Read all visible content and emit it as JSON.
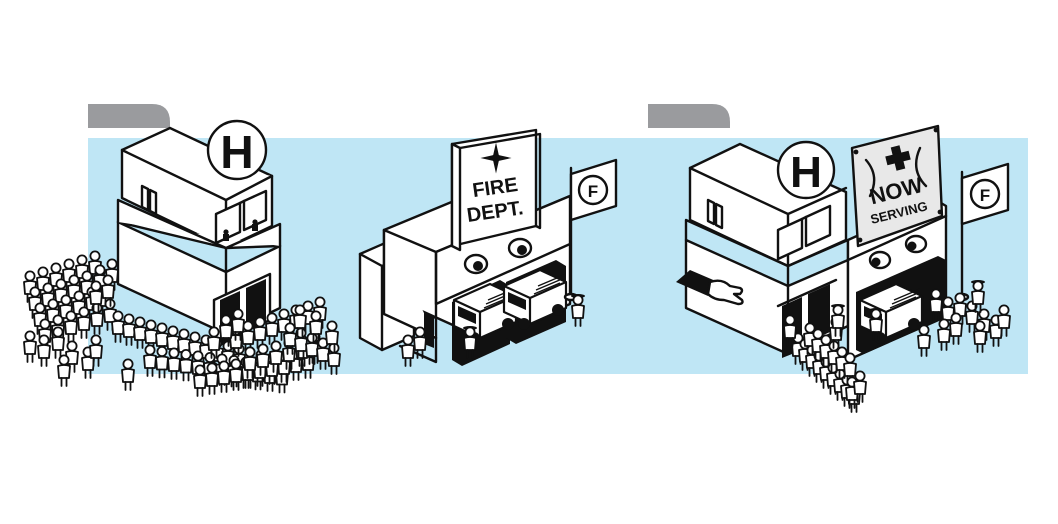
{
  "colors": {
    "background": "#ffffff",
    "sky_band": "#bfe6f5",
    "tab": "#9a9b9e",
    "ink": "#111111",
    "fill": "#ffffff",
    "banner": "#e8e8e8"
  },
  "panels": {
    "left": {
      "hospital_sign": {
        "letter": "H",
        "icon": "hospital-sign-icon"
      }
    },
    "middle": {
      "fire_sign": {
        "line1": "FIRE",
        "line2": "DEPT.",
        "icon": "maltese-cross-icon"
      },
      "flag": {
        "letter": "F",
        "icon": "fire-flag-icon"
      }
    },
    "right": {
      "hospital_sign": {
        "letter": "H",
        "icon": "hospital-sign-icon"
      },
      "banner": {
        "line1": "NOW",
        "line2": "SERVING",
        "icon": "medical-cross-icon"
      },
      "flag": {
        "letter": "F",
        "icon": "fire-flag-icon"
      }
    }
  }
}
